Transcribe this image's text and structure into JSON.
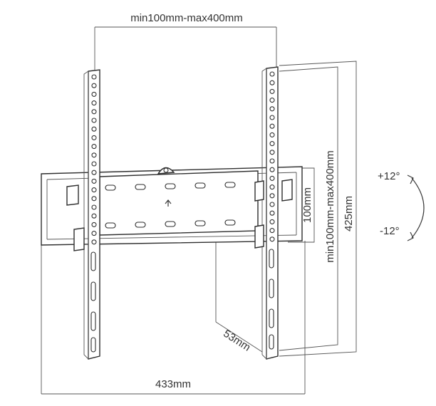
{
  "labels": {
    "top_width": "min100mm-max400mm",
    "vertical_range": "min100mm-max400mm",
    "height_total": "425mm",
    "rail_spacing": "100mm",
    "depth": "53mm",
    "width_total": "433mm",
    "tilt_up": "+12°",
    "tilt_down": "-12°"
  }
}
